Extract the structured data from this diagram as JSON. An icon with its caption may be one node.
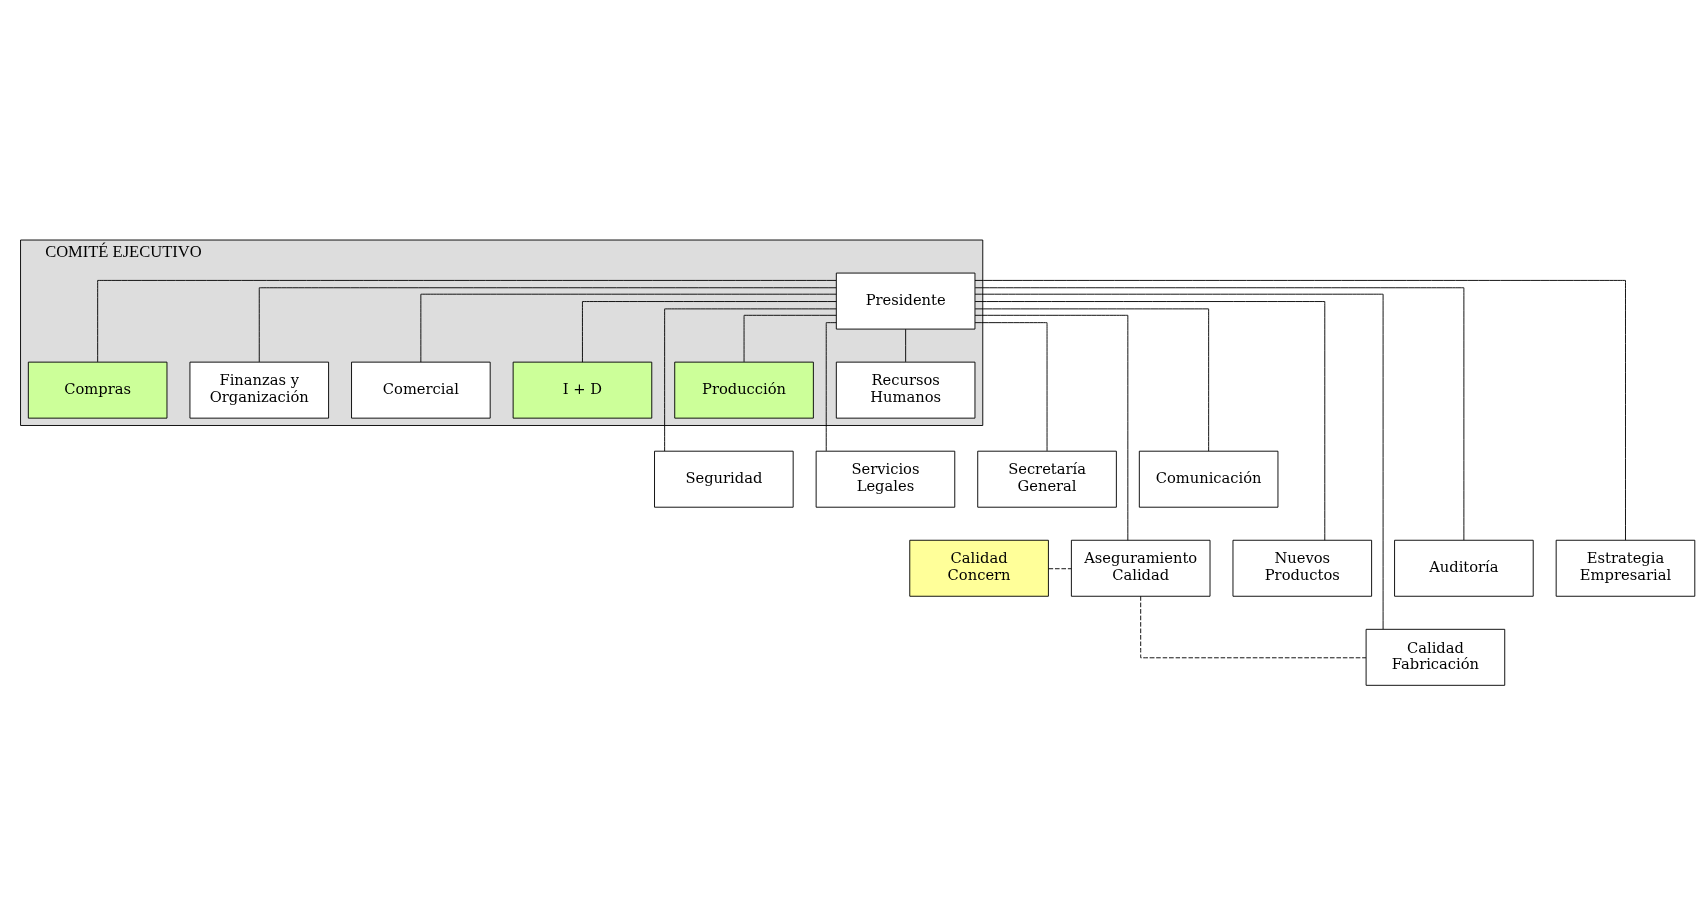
{
  "diagram": {
    "nodes": [
      {
        "text": [
          "COMITÉ EJECUTIVO"
        ]
      },
      {
        "text": [
          "Presidente"
        ],
        "in": 0
      },
      {
        "text": [
          "Compras"
        ],
        "in": 0
      },
      {
        "text": [
          "Finanzas y Organización"
        ],
        "in": 0
      },
      {
        "text": [
          "Comercial"
        ],
        "in": 0
      },
      {
        "text": [
          "I + D"
        ],
        "in": 0
      },
      {
        "text": [
          "Producción"
        ],
        "in": 0
      },
      {
        "text": [
          "Recursos Humanos"
        ],
        "in": 0
      },
      {
        "text": [
          "Seguridad"
        ]
      },
      {
        "text": [
          "Servicios Legales"
        ]
      },
      {
        "text": [
          "Secretaría General"
        ]
      },
      {
        "text": [
          "Comunicación"
        ]
      },
      {
        "text": [
          "Calidad Concern"
        ]
      },
      {
        "text": [
          "Aseguramiento Calidad"
        ]
      },
      {
        "text": [
          "Nuevos Productos"
        ]
      },
      {
        "text": [
          "Auditoría"
        ]
      },
      {
        "text": [
          "Estrategia Empresarial"
        ]
      },
      {
        "text": [
          "Calidad Fabricación"
        ]
      }
    ],
    "edges": [
      {
        "from": 1,
        "to": 2,
        "arrow": "none"
      },
      {
        "from": 1,
        "to": 3,
        "arrow": "none"
      },
      {
        "from": 1,
        "to": 4,
        "arrow": "none"
      },
      {
        "from": 1,
        "to": 5,
        "arrow": "none"
      },
      {
        "from": 1,
        "to": 6,
        "arrow": "none"
      },
      {
        "from": 1,
        "to": 7,
        "arrow": "none"
      },
      {
        "from": 1,
        "to": 8,
        "arrow": "none"
      },
      {
        "from": 1,
        "to": 9,
        "arrow": "none"
      },
      {
        "from": 1,
        "to": 10,
        "arrow": "none"
      },
      {
        "from": 1,
        "to": 11,
        "arrow": "none"
      },
      {
        "from": 1,
        "to": 13,
        "arrow": "none"
      },
      {
        "from": 1,
        "to": 14,
        "arrow": "none"
      },
      {
        "from": 1,
        "to": 15,
        "arrow": "none"
      },
      {
        "from": 1,
        "to": 16,
        "arrow": "none"
      },
      {
        "from": 1,
        "to": 17,
        "arrow": "none"
      },
      {
        "from": 12,
        "to": 13,
        "arrow": "none",
        "style": "dashed"
      },
      {
        "from": 13,
        "to": 17,
        "arrow": "none",
        "style": "dashed"
      }
    ]
  }
}
